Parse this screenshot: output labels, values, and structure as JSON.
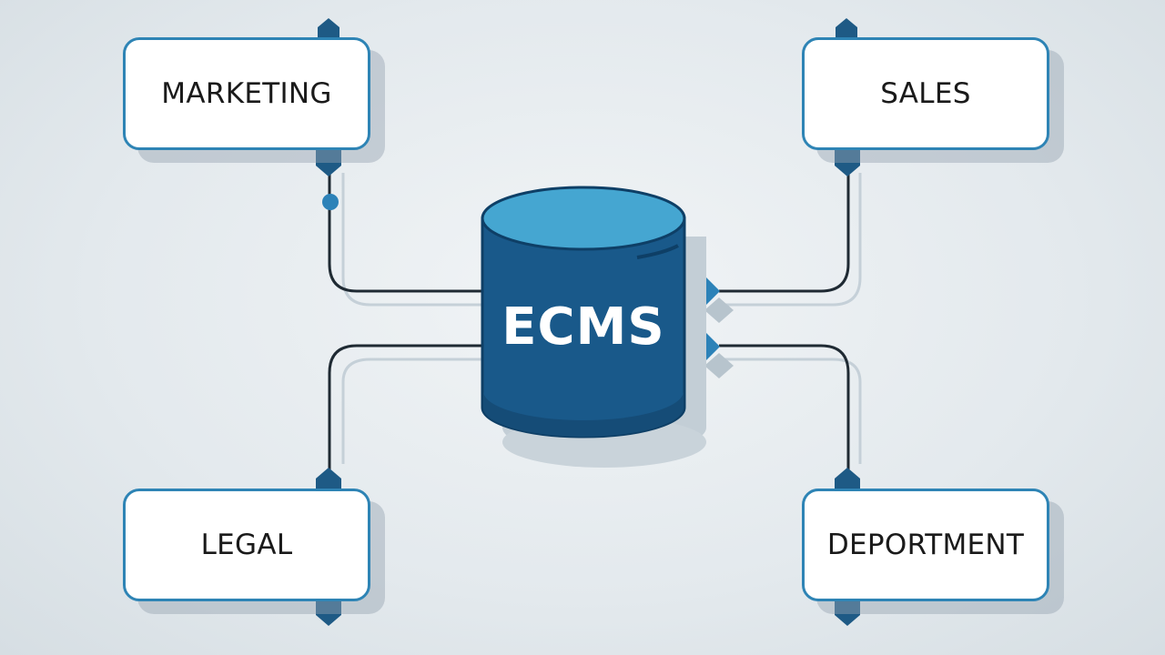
{
  "diagram": {
    "central_node": {
      "label": "ECMS",
      "shape": "database-cylinder",
      "colors": {
        "body": "#19598a",
        "top": "#45a6d1",
        "outline": "#0e3f66"
      }
    },
    "nodes": [
      {
        "id": "marketing",
        "label": "MARKETING",
        "connects_to": "ECMS"
      },
      {
        "id": "sales",
        "label": "SALES",
        "connects_to": "ECMS"
      },
      {
        "id": "legal",
        "label": "LEGAL",
        "connects_to": "ECMS"
      },
      {
        "id": "department",
        "label": "DEPORTMENT",
        "connects_to": "ECMS"
      }
    ],
    "colors": {
      "box_border": "#2e84b5",
      "connector_line": "#1f2a33",
      "connector_node": "#1e5a85",
      "diamond": "#2c82b8"
    }
  }
}
